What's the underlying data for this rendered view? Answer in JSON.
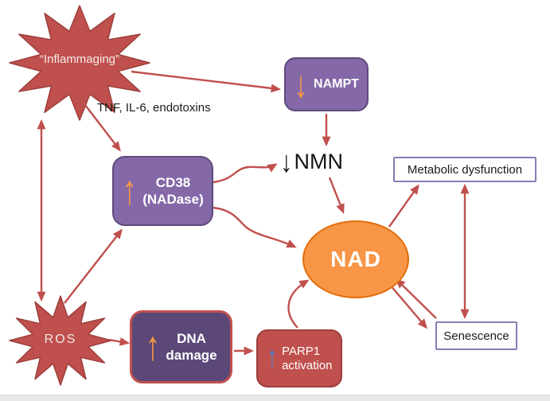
{
  "palette": {
    "red": "#c0504d",
    "red_dark": "#9c3f3c",
    "purple": "#8468a8",
    "purple_dark": "#5f4a7d",
    "deep_purple": "#5b4879",
    "orange": "#f79646",
    "orange_deep": "#e36d09",
    "blue": "#4f81bd",
    "box_outline": "#8a7bb5",
    "strip_gray": "#e7e7ea"
  },
  "nodes": {
    "inflammaging": {
      "label": "“Inflammaging”"
    },
    "tnf": {
      "label": "TNF, IL-6, endotoxins"
    },
    "nampt": {
      "label": "NAMPT",
      "trend": "↓"
    },
    "nmn": {
      "label": "NMN",
      "trend": "↓"
    },
    "cd38": {
      "line1": "CD38",
      "line2": "(NADase)",
      "trend": "↑"
    },
    "nad": {
      "label": "NAD"
    },
    "metabolic": {
      "label": "Metabolic dysfunction"
    },
    "senescence": {
      "label": "Senescence"
    },
    "ros": {
      "label": "ROS"
    },
    "dna": {
      "line1": "DNA",
      "line2": "damage",
      "trend": "↑"
    },
    "parp1": {
      "line1": "PARP1",
      "line2": "activation",
      "trend": "↑"
    }
  }
}
